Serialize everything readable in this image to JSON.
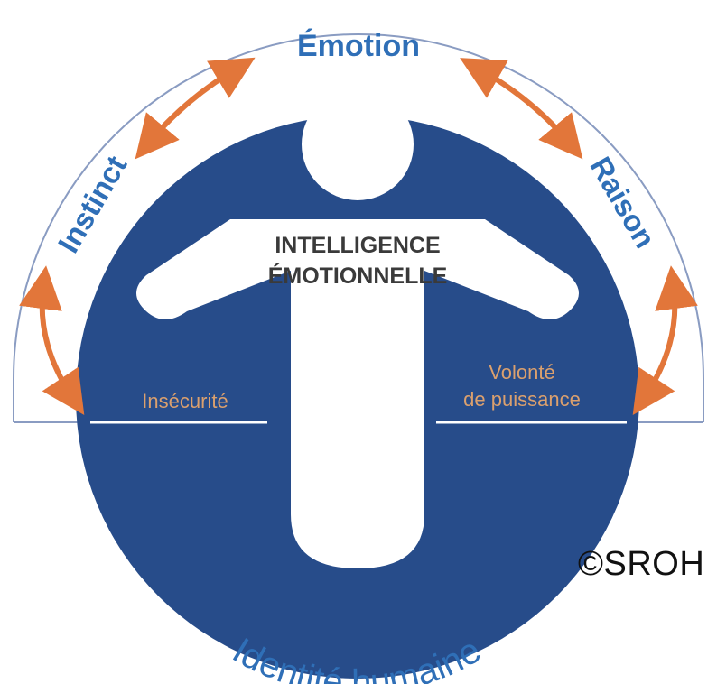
{
  "diagram": {
    "top_labels": {
      "emotion": "Émotion",
      "instinct": "Instinct",
      "raison": "Raison"
    },
    "center_title": {
      "line1": "INTELLIGENCE",
      "line2": "ÉMOTIONNELLE"
    },
    "left_label": "Insécurité",
    "right_label": {
      "line1": "Volonté",
      "line2": "de puissance"
    },
    "bottom_label": "Identité humaine",
    "copyright": "©SROH"
  },
  "colors": {
    "circle": "#274c8a",
    "outline": "#8a9cc2",
    "label_blue": "#2f6fb7",
    "arrow": "#e2763a",
    "figure": "#ffffff",
    "figure_text": "#3a3a3a",
    "accent_text": "#dba06e",
    "divider": "#ffffff",
    "copyright_text": "#111111"
  },
  "icons": [
    "double-arrow-icon",
    "human-figure-icon"
  ]
}
